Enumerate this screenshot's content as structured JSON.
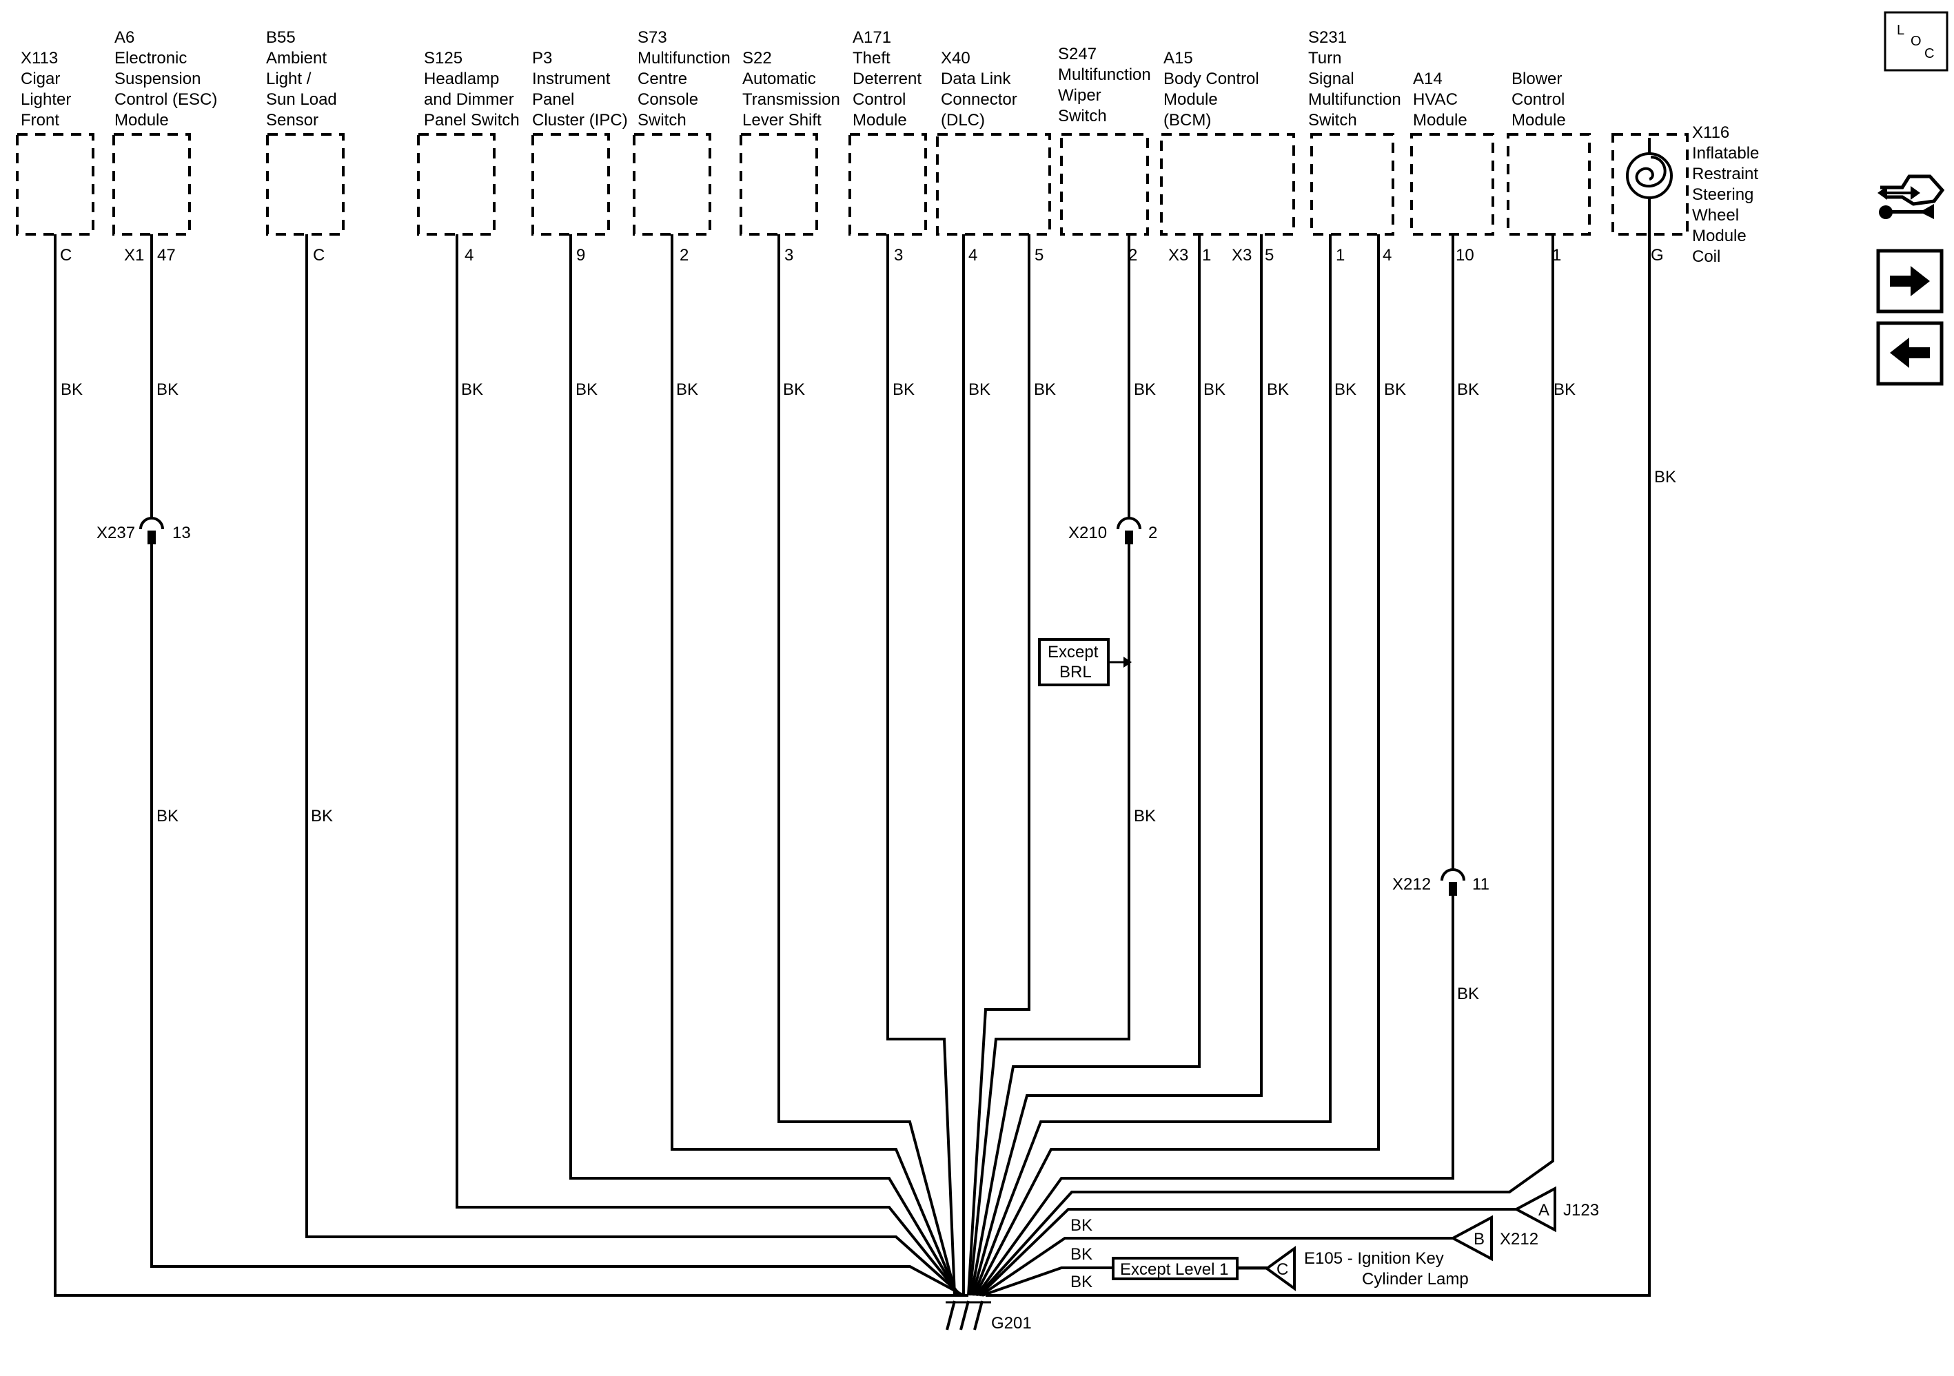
{
  "components": [
    {
      "id": "x113",
      "lines": [
        "X113",
        "Cigar",
        "Lighter",
        "Front"
      ],
      "pin": "C"
    },
    {
      "id": "a6",
      "lines": [
        "A6",
        "Electronic",
        "Suspension",
        "Control (ESC)",
        "Module"
      ],
      "pins": [
        "X1",
        "47"
      ]
    },
    {
      "id": "b55",
      "lines": [
        "B55",
        "Ambient",
        "Light /",
        "Sun Load",
        "Sensor"
      ],
      "pin": "C"
    },
    {
      "id": "s125",
      "lines": [
        "S125",
        "Headlamp",
        "and Dimmer",
        "Panel Switch"
      ],
      "pin": "4"
    },
    {
      "id": "p3",
      "lines": [
        "P3",
        "Instrument",
        "Panel",
        "Cluster (IPC)"
      ],
      "pin": "9"
    },
    {
      "id": "s73",
      "lines": [
        "S73",
        "Multifunction",
        "Centre",
        "Console",
        "Switch"
      ],
      "pin": "2"
    },
    {
      "id": "s22",
      "lines": [
        "S22",
        "Automatic",
        "Transmission",
        "Lever Shift"
      ],
      "pin": "3"
    },
    {
      "id": "a171",
      "lines": [
        "A171",
        "Theft",
        "Deterrent",
        "Control",
        "Module"
      ],
      "pin": "3"
    },
    {
      "id": "x40",
      "lines": [
        "X40",
        "Data Link",
        "Connector",
        "(DLC)"
      ],
      "pins": [
        "4",
        "5"
      ]
    },
    {
      "id": "s247",
      "lines": [
        "S247",
        "Multifunction",
        "Wiper",
        "Switch"
      ],
      "pin": "2"
    },
    {
      "id": "a15",
      "lines": [
        "A15",
        "Body Control",
        "Module",
        "(BCM)"
      ],
      "pins": [
        "X3",
        "1",
        "X3",
        "5"
      ]
    },
    {
      "id": "s231",
      "lines": [
        "S231",
        "Turn",
        "Signal",
        "Multifunction",
        "Switch"
      ],
      "pins": [
        "1",
        "4"
      ]
    },
    {
      "id": "a14",
      "lines": [
        "A14",
        "HVAC",
        "Module"
      ],
      "pin": "10"
    },
    {
      "id": "blower",
      "lines": [
        "Blower",
        "Control",
        "Module"
      ],
      "pin": "1"
    },
    {
      "id": "x116",
      "lines": [
        "X116",
        "Inflatable",
        "Restraint",
        "Steering",
        "Wheel",
        "Module",
        "Coil"
      ],
      "pin": "G"
    }
  ],
  "wire_color": "BK",
  "connectors": [
    {
      "id": "x237",
      "name": "X237",
      "pin": "13"
    },
    {
      "id": "x210",
      "name": "X210",
      "pin": "2"
    },
    {
      "id": "x212",
      "name": "X212",
      "pin": "11"
    }
  ],
  "option_except_brl": [
    "Except",
    "BRL"
  ],
  "option_except_level1": "Except Level 1",
  "ground": "G201",
  "external_refs": [
    {
      "letter": "A",
      "label": "J123"
    },
    {
      "letter": "B",
      "label": "X212"
    },
    {
      "letter": "C",
      "label_lines": [
        "E105 - Ignition Key",
        "Cylinder Lamp"
      ]
    }
  ],
  "nav": {
    "loc_letters": [
      "L",
      "O",
      "C"
    ],
    "icons": [
      "connector-view-icon",
      "next-page-arrow-icon",
      "previous-page-arrow-icon"
    ]
  }
}
